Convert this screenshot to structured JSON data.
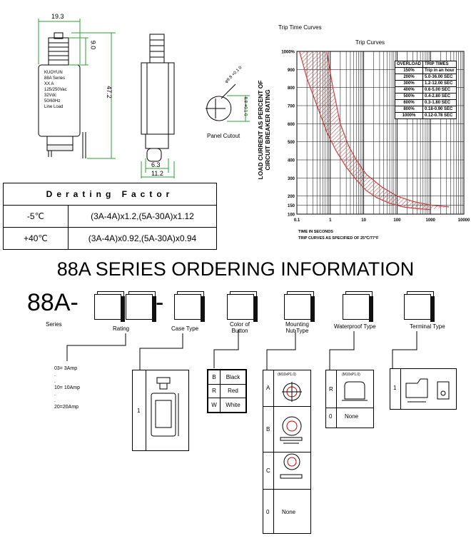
{
  "drawing": {
    "dims": {
      "width_top": "19.3",
      "top_height": "9.0",
      "total_height": "47.2",
      "side_63": "6.3",
      "side_112": "11.2",
      "panel_dia": "φ9.8",
      "panel_dia_tol": "+0.1 0",
      "panel_flat": "8.8",
      "panel_flat_tol": "+0.1 0"
    },
    "label_lines": [
      "KUOYUN",
      "88A Series",
      "XX A",
      "125/250Vac",
      "32Vdc",
      "50/60Hz",
      "Line   Load"
    ],
    "panel_cutout_label": "Panel Cutout"
  },
  "derating": {
    "title": "Derating Factor",
    "rows": [
      {
        "temp": "-5℃",
        "value": "(3A-4A)x1.2,(5A-30A)x1.12"
      },
      {
        "temp": "+40℃",
        "value": "(3A-4A)x0.92,(5A-30A)x0.94"
      }
    ]
  },
  "chart_data": {
    "type": "area",
    "heading": "Trip Time Curves",
    "title": "Trip Curves",
    "ylabel_1": "LOAD CURRENT AS PERCENT OF",
    "ylabel_2": "CIRCUIT BREAKER RATING",
    "xlabel": "TIME IN SECONDS",
    "note": "TRIP CURVES AS SPECIFIED OF 25℃/77°F",
    "x_scale": "log",
    "xlim": [
      0.1,
      10000
    ],
    "ylim": [
      100,
      1000
    ],
    "x_ticks": [
      "0.1",
      "1",
      "10",
      "100",
      "1000",
      "10000"
    ],
    "y_ticks": [
      "100",
      "150",
      "200",
      "300",
      "400",
      "500",
      "600",
      "700",
      "800",
      "900",
      "1000"
    ],
    "y_tick_suffix_top": "%",
    "series": [
      {
        "name": "lower",
        "x": [
          0.12,
          0.2,
          0.4,
          0.8,
          1.5,
          3,
          6,
          12,
          25,
          60,
          150,
          400,
          1000
        ],
        "y": [
          1000,
          850,
          700,
          550,
          450,
          360,
          290,
          230,
          190,
          160,
          140,
          130,
          125
        ]
      },
      {
        "name": "upper",
        "x": [
          0.78,
          1.2,
          2,
          3.5,
          6,
          12,
          35,
          100,
          300,
          1000,
          3600
        ],
        "y": [
          1000,
          800,
          600,
          480,
          400,
          320,
          250,
          200,
          170,
          150,
          140
        ]
      }
    ],
    "table": {
      "headers": [
        "OVERLOAD",
        "TRIP TIMES"
      ],
      "rows": [
        [
          "150%",
          "Trip in an hour"
        ],
        [
          "200%",
          "5.0-36.00 SEC"
        ],
        [
          "300%",
          "1.2-12.00 SEC"
        ],
        [
          "400%",
          "0.6-5.00 SEC"
        ],
        [
          "500%",
          "0.4-2.80 SEC"
        ],
        [
          "600%",
          "0.3-1.80 SEC"
        ],
        [
          "800%",
          "0.18-0.90 SEC"
        ],
        [
          "1000%",
          "0.12-0.78 SEC"
        ]
      ]
    },
    "colors": {
      "band": "#c94040"
    }
  },
  "ordering": {
    "title": "88A SERIES ORDERING INFORMATION",
    "prefix": "88A-",
    "dash": "-",
    "labels": {
      "series": "Series",
      "rating": "Rating",
      "case": "Case Type",
      "color_1": "Color of",
      "color_2": "Button",
      "mounting_1": "Mounting",
      "mounting_2": "Nut Type",
      "waterproof": "Waterproof Type",
      "terminal": "Terminal Type"
    },
    "rating_list": [
      "03= 3Amp",
      ".",
      ".",
      "10= 10Amp",
      ".",
      ".",
      "20=20Amp"
    ],
    "case_code": "1",
    "colors": [
      {
        "code": "B",
        "name": "Black"
      },
      {
        "code": "R",
        "name": "Red"
      },
      {
        "code": "W",
        "name": "White"
      }
    ],
    "mounting": [
      {
        "code": "A",
        "note": "(M10xP1.0)"
      },
      {
        "code": "B"
      },
      {
        "code": "C"
      },
      {
        "code": "0",
        "name": "None"
      }
    ],
    "waterproof": [
      {
        "code": "R",
        "note": "(M10xP1.0)"
      },
      {
        "code": "0",
        "name": "None"
      }
    ],
    "terminal_code": "1"
  }
}
